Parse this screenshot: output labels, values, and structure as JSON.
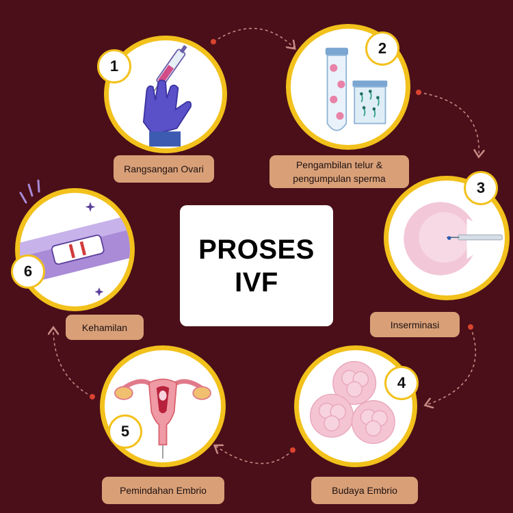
{
  "title_line1": "PROSES",
  "title_line2": "IVF",
  "steps": [
    {
      "number": "1",
      "label": "Rangsangan Ovari",
      "icon": "syringe-glove-icon"
    },
    {
      "number": "2",
      "label": "Pengambilan telur & pengumpulan sperma",
      "icon": "test-tubes-icon"
    },
    {
      "number": "3",
      "label": "Inserminasi",
      "icon": "egg-injection-icon"
    },
    {
      "number": "4",
      "label": "Budaya Embrio",
      "icon": "embryo-cells-icon"
    },
    {
      "number": "5",
      "label": "Pemindahan Embrio",
      "icon": "uterus-icon"
    },
    {
      "number": "6",
      "label": "Kehamilan",
      "icon": "pregnancy-test-icon"
    }
  ],
  "colors": {
    "background": "#4a0f19",
    "circle_border": "#f2c11c",
    "label_background": "#d9a078",
    "arrow": "#c98a84",
    "dot": "#d9442f"
  }
}
